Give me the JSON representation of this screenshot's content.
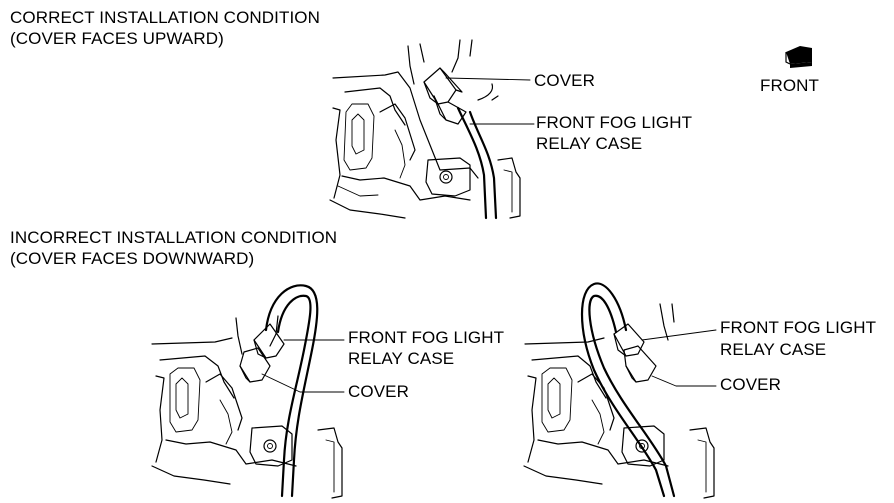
{
  "correct": {
    "heading_line1": "CORRECT INSTALLATION CONDITION",
    "heading_line2": "(COVER FACES UPWARD)",
    "cover_label": "COVER",
    "relay_label_line1": "FRONT FOG LIGHT",
    "relay_label_line2": "RELAY CASE"
  },
  "front_indicator": {
    "label": "FRONT",
    "icon": "front-arrow-icon"
  },
  "incorrect": {
    "heading_line1": "INCORRECT INSTALLATION CONDITION",
    "heading_line2": "(COVER FACES DOWNWARD)",
    "left": {
      "relay_label_line1": "FRONT FOG LIGHT",
      "relay_label_line2": "RELAY CASE",
      "cover_label": "COVER"
    },
    "right": {
      "relay_label_line1": "FRONT FOG LIGHT",
      "relay_label_line2": "RELAY CASE",
      "cover_label": "COVER"
    }
  }
}
